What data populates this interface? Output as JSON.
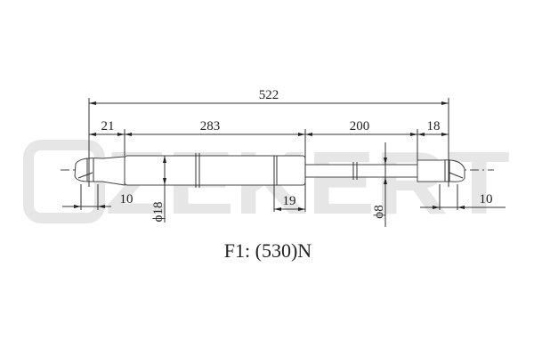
{
  "watermark": "ZEKERT",
  "dimensions": {
    "overall_length": "522",
    "left_end": "21",
    "body_length": "283",
    "stroke": "200",
    "right_end": "18",
    "left_eye": "10",
    "body_diameter": "ϕ18",
    "groove": "19",
    "rod_diameter": "ϕ8",
    "right_eye": "10"
  },
  "force_label": "F1: (530)N"
}
